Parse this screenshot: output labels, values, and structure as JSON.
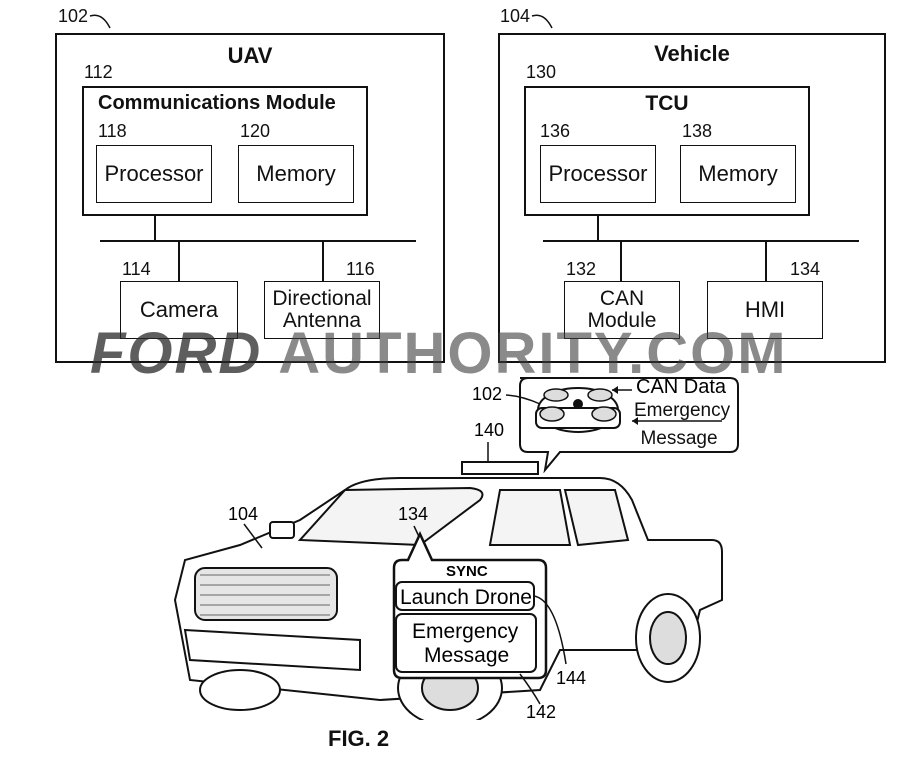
{
  "uav": {
    "ref": "102",
    "title": "UAV",
    "comm": {
      "ref": "112",
      "title": "Communications Module"
    },
    "processor": {
      "ref": "118",
      "label": "Processor"
    },
    "memory": {
      "ref": "120",
      "label": "Memory"
    },
    "camera": {
      "ref": "114",
      "label": "Camera"
    },
    "antenna": {
      "ref": "116",
      "label": "Directional Antenna"
    }
  },
  "vehicle": {
    "ref": "104",
    "title": "Vehicle",
    "tcu": {
      "ref": "130",
      "title": "TCU"
    },
    "processor": {
      "ref": "136",
      "label": "Processor"
    },
    "memory": {
      "ref": "138",
      "label": "Memory"
    },
    "can": {
      "ref": "132",
      "label": "CAN Module"
    },
    "hmi": {
      "ref": "134",
      "label": "HMI"
    }
  },
  "illustration": {
    "drone_ref": "102",
    "beacon_ref": "140",
    "truck_ref": "104",
    "screen_ref": "134",
    "can_data": "CAN Data",
    "emergency_message_bubble": "Emergency Message",
    "sync_label": "SYNC",
    "launch_drone": "Launch Drone",
    "emergency_message_button": "Emergency Message",
    "launch_ref": "144",
    "emergency_ref": "142"
  },
  "watermark": {
    "part1": "FORD",
    "part2": "AUTHORITY.COM"
  },
  "figure_caption": "FIG. 2"
}
